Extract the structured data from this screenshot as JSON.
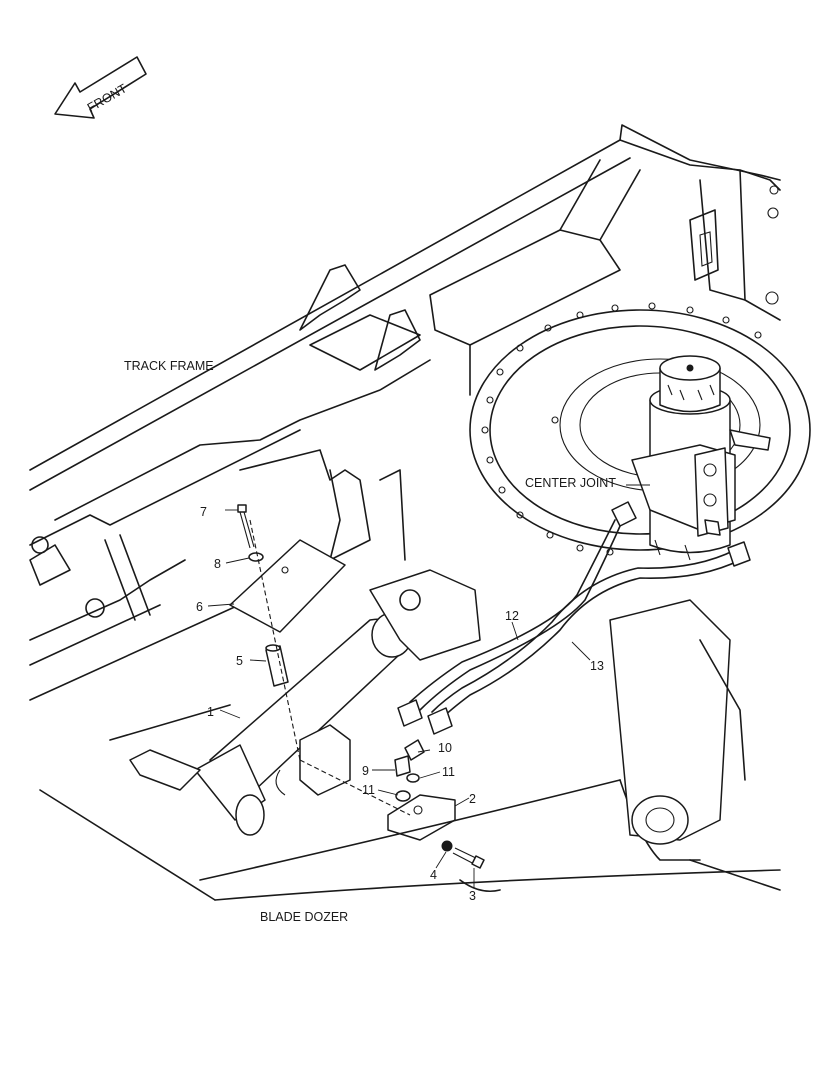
{
  "labels": {
    "front": "FRONT",
    "track_frame": "TRACK FRAME",
    "center_joint": "CENTER JOINT",
    "blade_dozer": "BLADE DOZER"
  },
  "callouts": [
    "1",
    "2",
    "3",
    "4",
    "5",
    "6",
    "7",
    "8",
    "9",
    "10",
    "11",
    "11",
    "12",
    "13"
  ]
}
